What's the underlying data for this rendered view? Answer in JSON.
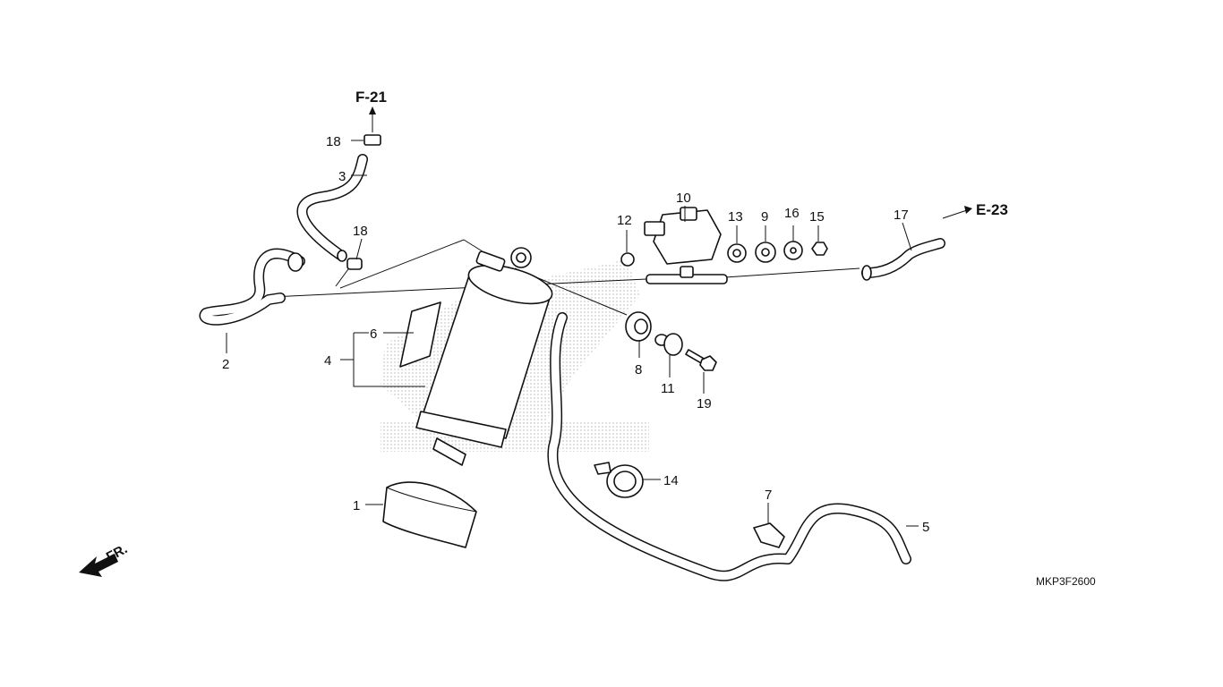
{
  "diagram": {
    "drawing_code": "MKP3F2600",
    "front_label": "FR.",
    "references": [
      {
        "id": "ref-f21",
        "text": "F-21"
      },
      {
        "id": "ref-e23",
        "text": "E-23"
      }
    ],
    "callouts": [
      {
        "id": "c1",
        "text": "1"
      },
      {
        "id": "c2",
        "text": "2"
      },
      {
        "id": "c3",
        "text": "3"
      },
      {
        "id": "c4",
        "text": "4"
      },
      {
        "id": "c5",
        "text": "5"
      },
      {
        "id": "c6",
        "text": "6"
      },
      {
        "id": "c7",
        "text": "7"
      },
      {
        "id": "c8",
        "text": "8"
      },
      {
        "id": "c9",
        "text": "9"
      },
      {
        "id": "c10",
        "text": "10"
      },
      {
        "id": "c11",
        "text": "11"
      },
      {
        "id": "c12",
        "text": "12"
      },
      {
        "id": "c13",
        "text": "13"
      },
      {
        "id": "c14",
        "text": "14"
      },
      {
        "id": "c15",
        "text": "15"
      },
      {
        "id": "c16",
        "text": "16"
      },
      {
        "id": "c17",
        "text": "17"
      },
      {
        "id": "c18a",
        "text": "18"
      },
      {
        "id": "c18b",
        "text": "18"
      },
      {
        "id": "c19",
        "text": "19"
      }
    ]
  }
}
